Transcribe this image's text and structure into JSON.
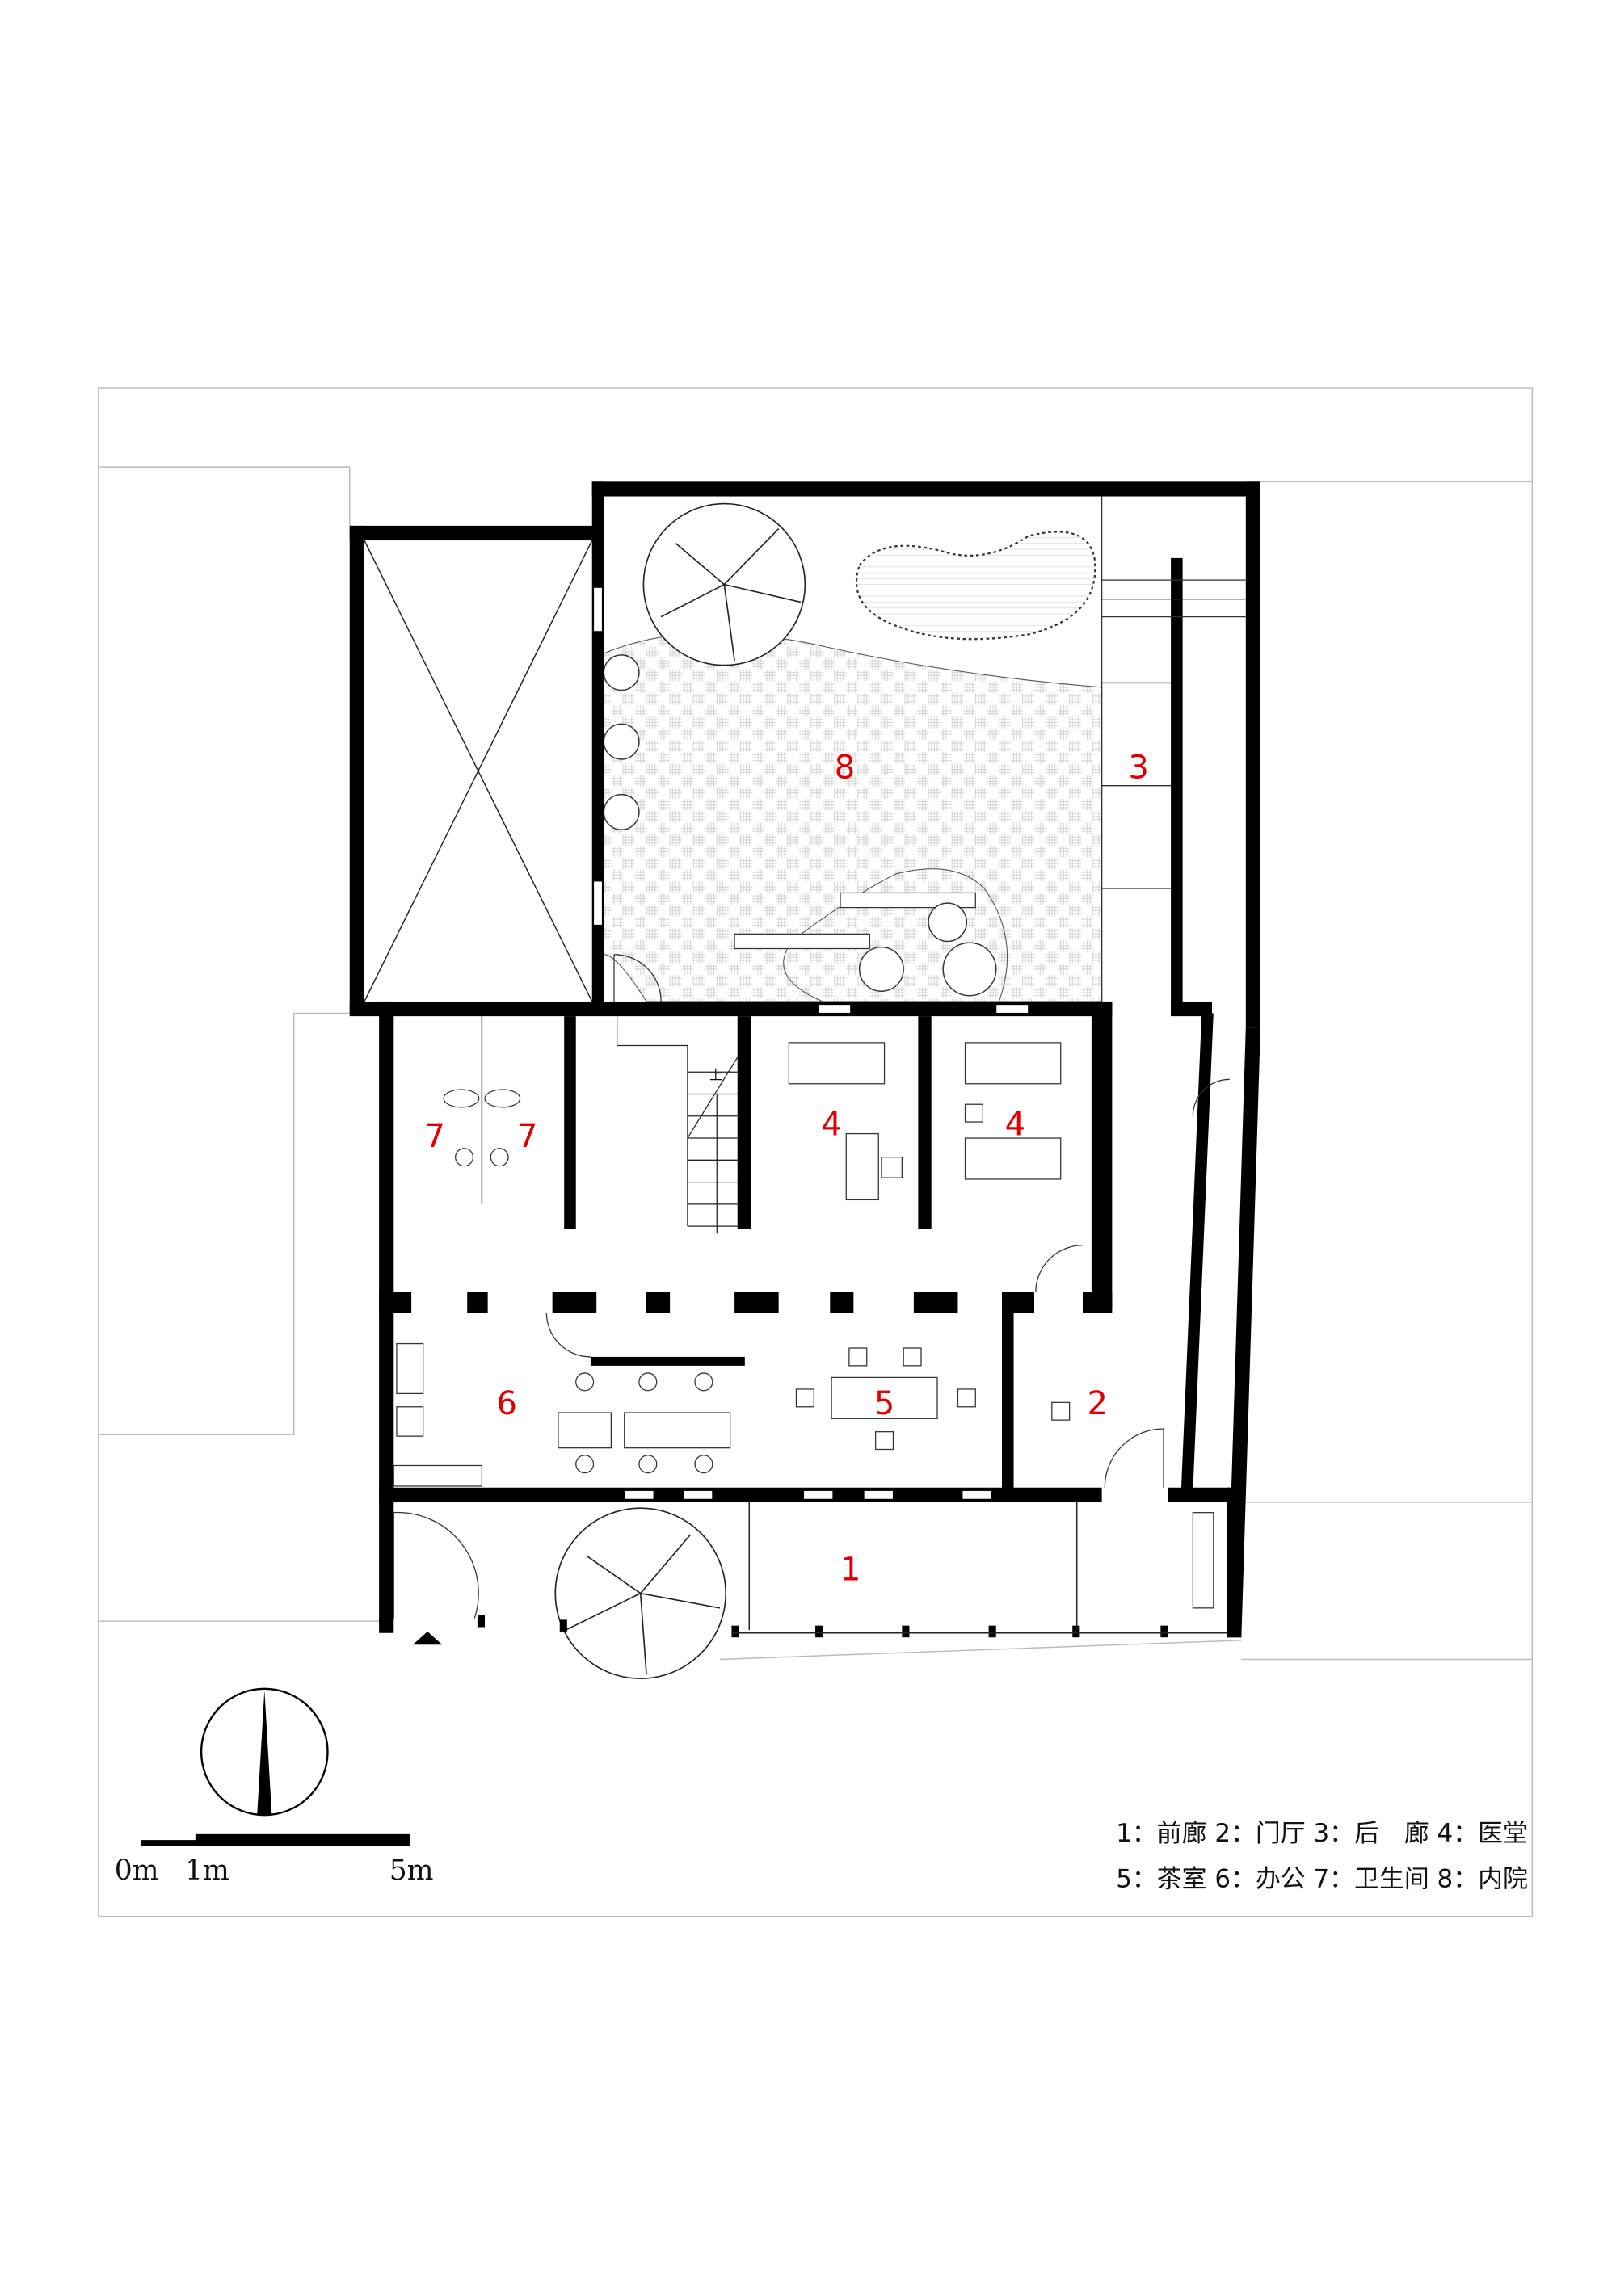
{
  "rooms": {
    "front_corridor": "1",
    "foyer": "2",
    "back_corridor": "3",
    "clinic_a": "4",
    "clinic_b": "4",
    "tea_room": "5",
    "office": "6",
    "wc_a": "7",
    "wc_b": "7",
    "courtyard": "8"
  },
  "stair_label": "上",
  "legend": {
    "line1": "1：前廊 2：门厅 3：后　廊 4：医堂",
    "line2": "5：茶室 6：办公 7：卫生间 8：内院"
  },
  "scale_bar": {
    "label_0": "0m",
    "label_1": "1m",
    "label_5": "5m"
  },
  "colors": {
    "room_number": "#e00000",
    "wall": "#000000"
  }
}
